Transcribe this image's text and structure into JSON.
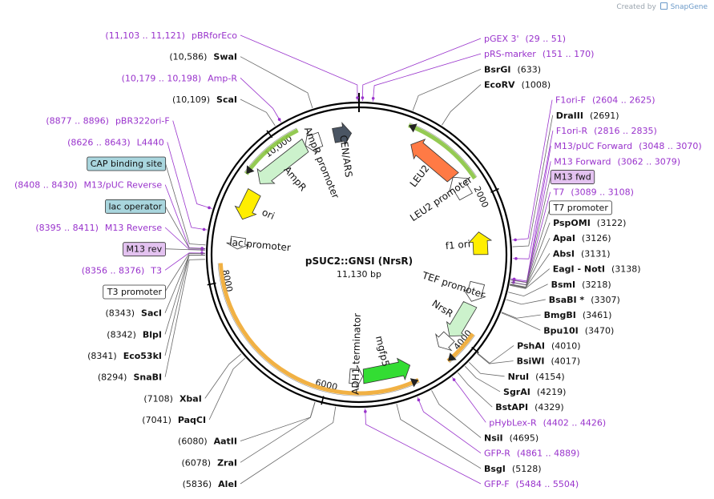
{
  "credit": {
    "prefix": "Created by",
    "brand": "SnapGene"
  },
  "plasmid": {
    "name": "pSUC2::GNSI (NrsR)",
    "length_label": "11,130 bp",
    "length": 11130
  },
  "ring_ticks": [
    {
      "bp": 2000,
      "label": "2000"
    },
    {
      "bp": 4000,
      "label": "4000"
    },
    {
      "bp": 6000,
      "label": "6000"
    },
    {
      "bp": 8000,
      "label": "8000"
    },
    {
      "bp": 10000,
      "label": "10,000"
    }
  ],
  "features": [
    {
      "id": "cen-ars",
      "label": "CEN/ARS",
      "start": 10760,
      "end": 11020,
      "dir": 1,
      "color": "#4a5563"
    },
    {
      "id": "ampr",
      "label": "AmpR",
      "start": 9450,
      "end": 10320,
      "dir": -1,
      "color": "#ccf2cc"
    },
    {
      "id": "ampr-promoter",
      "label": "AmpR promoter",
      "start": 10320,
      "end": 10560,
      "dir": -1,
      "color": "#ffffff"
    },
    {
      "id": "ori",
      "label": "ori",
      "start": 8870,
      "end": 9300,
      "dir": -1,
      "color": "#ffee00"
    },
    {
      "id": "lac-promoter",
      "label": "lac promoter",
      "start": 8430,
      "end": 8600,
      "dir": -1,
      "color": "#ffffff"
    },
    {
      "id": "leu2",
      "label": "LEU2",
      "start": 780,
      "end": 1560,
      "dir": -1,
      "color": "#ff7a45"
    },
    {
      "id": "leu2-promoter",
      "label": "LEU2 promoter",
      "start": 1560,
      "end": 1900,
      "dir": -1,
      "color": "#ffffff"
    },
    {
      "id": "f1-ori",
      "label": "f1 ori",
      "start": 2450,
      "end": 2780,
      "dir": -1,
      "color": "#ffee00"
    },
    {
      "id": "tef-promoter",
      "label": "TEF promoter",
      "start": 3200,
      "end": 3480,
      "dir": 1,
      "color": "#ffffff"
    },
    {
      "id": "nrsr",
      "label": "NrsR",
      "start": 3530,
      "end": 4080,
      "dir": 1,
      "color": "#ccf2cc"
    },
    {
      "id": "tef-terminator",
      "label": "",
      "start": 4090,
      "end": 4300,
      "dir": 1,
      "color": "#ffffff"
    },
    {
      "id": "mgfp5",
      "label": "mgfp5",
      "start": 4800,
      "end": 5500,
      "dir": -1,
      "color": "#33dd33"
    },
    {
      "id": "adh1-terminator",
      "label": "ADH1 terminator",
      "start": 5510,
      "end": 5700,
      "dir": -1,
      "color": "#ffffff"
    }
  ],
  "outer_arcs": [
    {
      "id": "arc-leu2",
      "start": 650,
      "end": 1750,
      "color": "#88c440",
      "dir": -1
    },
    {
      "id": "arc-ampr",
      "start": 9450,
      "end": 10320,
      "color": "#88c440",
      "dir": -1
    },
    {
      "id": "arc-nrsr",
      "start": 3860,
      "end": 4330,
      "color": "#f0a830",
      "dir": 1
    },
    {
      "id": "arc-gfp",
      "start": 4780,
      "end": 8240,
      "color": "#f0a830",
      "dir": -1
    }
  ],
  "labels": [
    {
      "id": "pbrforeco",
      "kind": "primer",
      "bp": 11112,
      "pos": "(11,103 .. 11,121)",
      "name": "pBRforEco",
      "order": "pos-first"
    },
    {
      "id": "pgex3",
      "kind": "primer",
      "bp": 40,
      "pos": "(29 .. 51)",
      "name": "pGEX 3'",
      "order": "name-first"
    },
    {
      "id": "prs-marker",
      "kind": "primer",
      "bp": 160,
      "pos": "(151 .. 170)",
      "name": "pRS-marker",
      "order": "name-first"
    },
    {
      "id": "swai",
      "kind": "site",
      "bp": 10586,
      "pos": "(10,586)",
      "name": "SwaI",
      "order": "pos-first"
    },
    {
      "id": "bsrgi",
      "kind": "site",
      "bp": 633,
      "pos": "(633)",
      "name": "BsrGI",
      "order": "name-first"
    },
    {
      "id": "ecorv",
      "kind": "site",
      "bp": 1008,
      "pos": "(1008)",
      "name": "EcoRV",
      "order": "name-first"
    },
    {
      "id": "ampr-primer",
      "kind": "primer",
      "bp": 10188,
      "pos": "(10,179 .. 10,198)",
      "name": "Amp-R",
      "order": "pos-first"
    },
    {
      "id": "scai",
      "kind": "site",
      "bp": 10109,
      "pos": "(10,109)",
      "name": "ScaI",
      "order": "pos-first"
    },
    {
      "id": "f1ori-f",
      "kind": "primer",
      "bp": 2614,
      "pos": "(2604 .. 2625)",
      "name": "F1ori-F",
      "order": "name-first"
    },
    {
      "id": "draiii",
      "kind": "site",
      "bp": 2691,
      "pos": "(2691)",
      "name": "DraIII",
      "order": "name-first"
    },
    {
      "id": "f1ori-r",
      "kind": "primer",
      "bp": 2826,
      "pos": "(2816 .. 2835)",
      "name": "F1ori-R",
      "order": "name-first"
    },
    {
      "id": "m13puc-fwd",
      "kind": "primer",
      "bp": 3059,
      "pos": "(3048 .. 3070)",
      "name": "M13/pUC Forward",
      "order": "name-first"
    },
    {
      "id": "m13-forward",
      "kind": "primer",
      "bp": 3070,
      "pos": "(3062 .. 3079)",
      "name": "M13 Forward",
      "order": "name-first"
    },
    {
      "id": "m13-fwd",
      "kind": "boxed-purple",
      "bp": 3075,
      "pos": "",
      "name": "M13 fwd",
      "order": "name-first"
    },
    {
      "id": "t7-primer",
      "kind": "primer",
      "bp": 3098,
      "pos": "(3089 .. 3108)",
      "name": "T7",
      "order": "name-first"
    },
    {
      "id": "t7-promoter",
      "kind": "boxed-white",
      "bp": 3100,
      "pos": "",
      "name": "T7 promoter",
      "order": "name-first"
    },
    {
      "id": "pspomi",
      "kind": "site",
      "bp": 3122,
      "pos": "(3122)",
      "name": "PspOMI",
      "order": "name-first"
    },
    {
      "id": "apai",
      "kind": "site",
      "bp": 3126,
      "pos": "(3126)",
      "name": "ApaI",
      "order": "name-first"
    },
    {
      "id": "absi",
      "kind": "site",
      "bp": 3131,
      "pos": "(3131)",
      "name": "AbsI",
      "order": "name-first"
    },
    {
      "id": "eagi-noti",
      "kind": "site",
      "bp": 3138,
      "pos": "(3138)",
      "name": "EagI  - NotI",
      "order": "name-first"
    },
    {
      "id": "bsmi",
      "kind": "site",
      "bp": 3218,
      "pos": "(3218)",
      "name": "BsmI",
      "order": "name-first"
    },
    {
      "id": "bsabi",
      "kind": "site",
      "bp": 3307,
      "pos": "(3307)",
      "name": "BsaBI *",
      "order": "name-first"
    },
    {
      "id": "bmgbi",
      "kind": "site",
      "bp": 3461,
      "pos": "(3461)",
      "name": "BmgBI",
      "order": "name-first"
    },
    {
      "id": "bpu10i",
      "kind": "site",
      "bp": 3470,
      "pos": "(3470)",
      "name": "Bpu10I",
      "order": "name-first"
    },
    {
      "id": "pshai",
      "kind": "site",
      "bp": 4010,
      "pos": "(4010)",
      "name": "PshAI",
      "order": "name-first"
    },
    {
      "id": "bsiwi",
      "kind": "site",
      "bp": 4017,
      "pos": "(4017)",
      "name": "BsiWI",
      "order": "name-first"
    },
    {
      "id": "nrui",
      "kind": "site",
      "bp": 4154,
      "pos": "(4154)",
      "name": "NruI",
      "order": "name-first"
    },
    {
      "id": "sgrai",
      "kind": "site",
      "bp": 4219,
      "pos": "(4219)",
      "name": "SgrAI",
      "order": "name-first"
    },
    {
      "id": "bstapi",
      "kind": "site",
      "bp": 4329,
      "pos": "(4329)",
      "name": "BstAPI",
      "order": "name-first"
    },
    {
      "id": "phyblex-r",
      "kind": "primer",
      "bp": 4414,
      "pos": "(4402 .. 4426)",
      "name": "pHybLex-R",
      "order": "name-first"
    },
    {
      "id": "nsii",
      "kind": "site",
      "bp": 4695,
      "pos": "(4695)",
      "name": "NsiI",
      "order": "name-first"
    },
    {
      "id": "gfp-r",
      "kind": "primer",
      "bp": 4875,
      "pos": "(4861 .. 4889)",
      "name": "GFP-R",
      "order": "name-first"
    },
    {
      "id": "bsgi",
      "kind": "site",
      "bp": 5128,
      "pos": "(5128)",
      "name": "BsgI",
      "order": "name-first"
    },
    {
      "id": "gfp-f",
      "kind": "primer",
      "bp": 5494,
      "pos": "(5484 .. 5504)",
      "name": "GFP-F",
      "order": "name-first"
    },
    {
      "id": "alei",
      "kind": "site",
      "bp": 5836,
      "pos": "(5836)",
      "name": "AleI",
      "order": "pos-first"
    },
    {
      "id": "zrai",
      "kind": "site",
      "bp": 6078,
      "pos": "(6078)",
      "name": "ZraI",
      "order": "pos-first"
    },
    {
      "id": "aatii",
      "kind": "site",
      "bp": 6080,
      "pos": "(6080)",
      "name": "AatII",
      "order": "pos-first"
    },
    {
      "id": "paqci",
      "kind": "site",
      "bp": 7041,
      "pos": "(7041)",
      "name": "PaqCI",
      "order": "pos-first"
    },
    {
      "id": "xbai",
      "kind": "site",
      "bp": 7108,
      "pos": "(7108)",
      "name": "XbaI",
      "order": "pos-first"
    },
    {
      "id": "snabi",
      "kind": "site",
      "bp": 8294,
      "pos": "(8294)",
      "name": "SnaBI",
      "order": "pos-first"
    },
    {
      "id": "eco53ki",
      "kind": "site",
      "bp": 8341,
      "pos": "(8341)",
      "name": "Eco53kI",
      "order": "pos-first"
    },
    {
      "id": "blpi",
      "kind": "site",
      "bp": 8342,
      "pos": "(8342)",
      "name": "BlpI",
      "order": "pos-first"
    },
    {
      "id": "saci",
      "kind": "site",
      "bp": 8343,
      "pos": "(8343)",
      "name": "SacI",
      "order": "pos-first"
    },
    {
      "id": "t3-promoter",
      "kind": "boxed-white",
      "bp": 8360,
      "pos": "",
      "name": "T3 promoter",
      "order": "pos-first"
    },
    {
      "id": "t3-primer",
      "kind": "primer",
      "bp": 8366,
      "pos": "(8356 .. 8376)",
      "name": "T3",
      "order": "pos-first"
    },
    {
      "id": "m13-rev",
      "kind": "boxed-purple",
      "bp": 8400,
      "pos": "",
      "name": "M13 rev",
      "order": "pos-first"
    },
    {
      "id": "m13-reverse",
      "kind": "primer",
      "bp": 8403,
      "pos": "(8395 .. 8411)",
      "name": "M13 Reverse",
      "order": "pos-first"
    },
    {
      "id": "lac-operator",
      "kind": "boxed-teal",
      "bp": 8415,
      "pos": "",
      "name": "lac operator",
      "order": "pos-first"
    },
    {
      "id": "m13puc-rev",
      "kind": "primer",
      "bp": 8419,
      "pos": "(8408 .. 8430)",
      "name": "M13/pUC Reverse",
      "order": "pos-first"
    },
    {
      "id": "cap-site",
      "kind": "boxed-teal",
      "bp": 8460,
      "pos": "",
      "name": "CAP binding site",
      "order": "pos-first"
    },
    {
      "id": "l4440",
      "kind": "primer",
      "bp": 8634,
      "pos": "(8626 .. 8643)",
      "name": "L4440",
      "order": "pos-first"
    },
    {
      "id": "pbr322ori-f",
      "kind": "primer",
      "bp": 8886,
      "pos": "(8877 .. 8896)",
      "name": "pBR322ori-F",
      "order": "pos-first"
    }
  ]
}
